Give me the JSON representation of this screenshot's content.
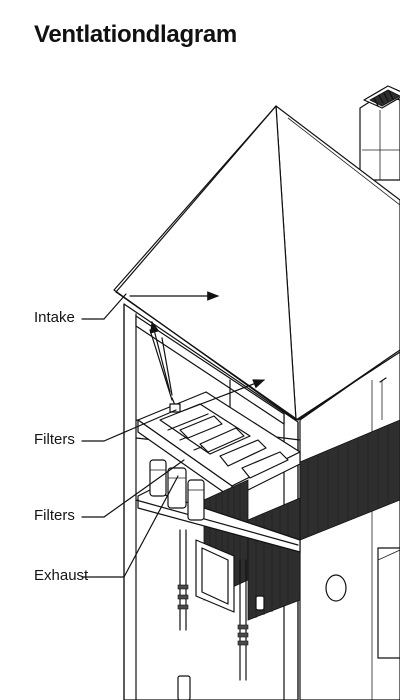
{
  "title": "Ventlationdlagram",
  "callouts": [
    {
      "label": "Intake"
    },
    {
      "label": "Filters"
    },
    {
      "label": "Filters"
    },
    {
      "label": "Exhaust"
    }
  ]
}
